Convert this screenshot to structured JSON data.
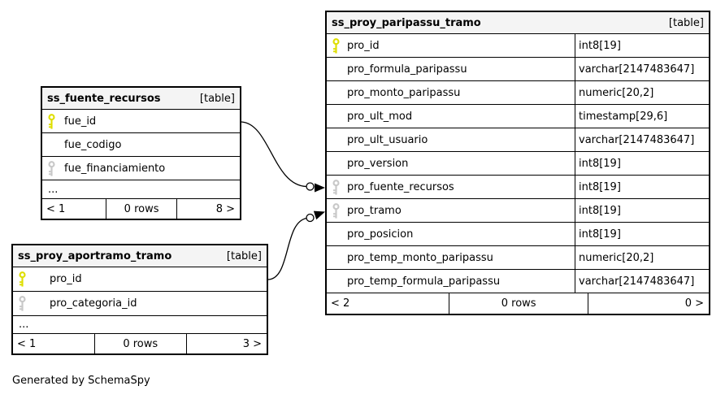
{
  "canvas": {
    "credit": "Generated by SchemaSpy"
  },
  "colors": {
    "primary_key": "#dede00",
    "foreign_key": "#c8c8c8",
    "header_bg": "#f4f4f4",
    "border": "#000000",
    "background": "#ffffff"
  },
  "tables": [
    {
      "name": "ss_proy_paripassu_tramo",
      "badge": "[table]",
      "columns": [
        {
          "name": "pro_id",
          "type": "int8[19]",
          "key": "primary"
        },
        {
          "name": "pro_formula_paripassu",
          "type": "varchar[2147483647]",
          "key": "none"
        },
        {
          "name": "pro_monto_paripassu",
          "type": "numeric[20,2]",
          "key": "none"
        },
        {
          "name": "pro_ult_mod",
          "type": "timestamp[29,6]",
          "key": "none"
        },
        {
          "name": "pro_ult_usuario",
          "type": "varchar[2147483647]",
          "key": "none"
        },
        {
          "name": "pro_version",
          "type": "int8[19]",
          "key": "none"
        },
        {
          "name": "pro_fuente_recursos",
          "type": "int8[19]",
          "key": "foreign"
        },
        {
          "name": "pro_tramo",
          "type": "int8[19]",
          "key": "foreign"
        },
        {
          "name": "pro_posicion",
          "type": "int8[19]",
          "key": "none"
        },
        {
          "name": "pro_temp_monto_paripassu",
          "type": "numeric[20,2]",
          "key": "none"
        },
        {
          "name": "pro_temp_formula_paripassu",
          "type": "varchar[2147483647]",
          "key": "none"
        }
      ],
      "footer": {
        "prev": "< 2",
        "rows": "0 rows",
        "next": "0 >"
      }
    },
    {
      "name": "ss_fuente_recursos",
      "badge": "[table]",
      "columns": [
        {
          "name": "fue_id",
          "key": "primary"
        },
        {
          "name": "fue_codigo",
          "key": "none"
        },
        {
          "name": "fue_financiamiento",
          "key": "foreign"
        },
        {
          "name": "...",
          "key": "none"
        }
      ],
      "footer": {
        "prev": "< 1",
        "rows": "0 rows",
        "next": "8 >"
      }
    },
    {
      "name": "ss_proy_aportramo_tramo",
      "badge": "[table]",
      "columns": [
        {
          "name": "pro_id",
          "key": "primary"
        },
        {
          "name": "pro_categoria_id",
          "key": "foreign"
        },
        {
          "name": "...",
          "key": "none"
        }
      ],
      "footer": {
        "prev": "< 1",
        "rows": "0 rows",
        "next": "3 >"
      }
    }
  ],
  "relationships": [
    {
      "from_table": "ss_fuente_recursos",
      "from_column": "fue_id",
      "to_table": "ss_proy_paripassu_tramo",
      "to_column": "pro_fuente_recursos"
    },
    {
      "from_table": "ss_proy_aportramo_tramo",
      "from_column": "pro_id",
      "to_table": "ss_proy_paripassu_tramo",
      "to_column": "pro_tramo"
    }
  ]
}
